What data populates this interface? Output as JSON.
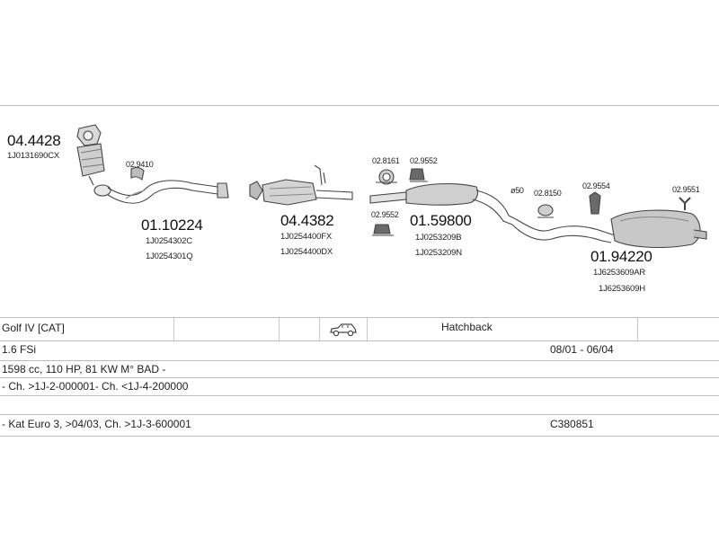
{
  "diagram": {
    "parts": [
      {
        "number": "04.4428",
        "refs": [
          "1J0131690CX"
        ]
      },
      {
        "number": "02.9410",
        "refs": []
      },
      {
        "number": "01.10224",
        "refs": [
          "1J0254302C",
          "1J0254301Q"
        ]
      },
      {
        "number": "04.4382",
        "refs": [
          "1J0254400FX",
          "1J0254400DX"
        ]
      },
      {
        "number": "02.8161",
        "refs": []
      },
      {
        "number": "02.9552",
        "refs": []
      },
      {
        "number": "02.9552",
        "refs": []
      },
      {
        "number": "01.59800",
        "refs": [
          "1J0253209B",
          "1J0253209N"
        ]
      },
      {
        "number": "02.8150",
        "refs": []
      },
      {
        "number": "02.9554",
        "refs": []
      },
      {
        "number": "02.9551",
        "refs": []
      },
      {
        "number": "01.94220",
        "refs": [
          "1J6253609AR",
          "1J6253609H"
        ]
      }
    ],
    "pipe_diameter": "ø50"
  },
  "vehicle": {
    "model": "Golf IV  [CAT]",
    "body": "Hatchback",
    "engine": "1.6 FSi",
    "period": "08/01 - 06/04",
    "spec": "1598 cc, 110 HP, 81 KW M° BAD -",
    "chassis": "- Ch. >1J-2-000001- Ch. <1J-4-200000",
    "note": "- Kat Euro 3, >04/03, Ch. >1J-3-600001",
    "code": "C380851",
    "body_icon": "car-side-icon"
  }
}
